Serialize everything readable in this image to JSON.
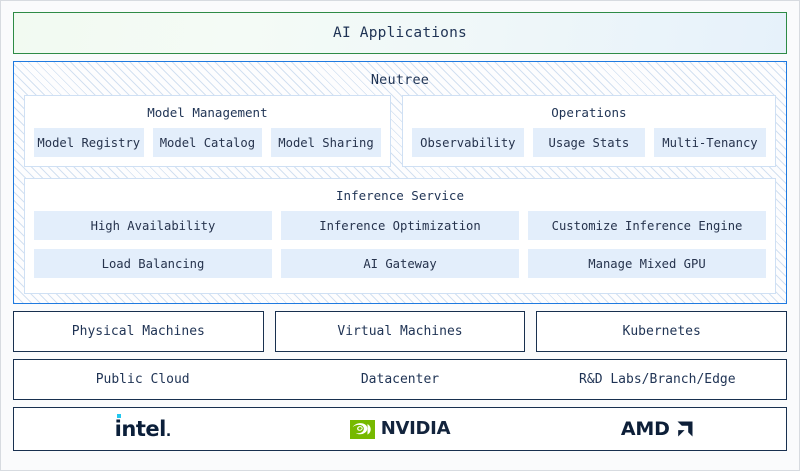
{
  "diagram": {
    "top_band": {
      "label": "AI Applications",
      "border_color": "#2e8b46",
      "gradient_from": "#f2faf1",
      "gradient_to": "#e6f1fa"
    },
    "platform": {
      "title": "Neutree",
      "border_color": "#1f7ae0",
      "panels": [
        {
          "title": "Model Management",
          "items": [
            "Model Registry",
            "Model Catalog",
            "Model Sharing"
          ]
        },
        {
          "title": "Operations",
          "items": [
            "Observability",
            "Usage Stats",
            "Multi-Tenancy"
          ]
        }
      ],
      "inference": {
        "title": "Inference Service",
        "rows": [
          [
            "High Availability",
            "Inference Optimization",
            "Customize Inference Engine"
          ],
          [
            "Load Balancing",
            "AI Gateway",
            "Manage Mixed GPU"
          ]
        ]
      }
    },
    "infrastructure": {
      "compute": [
        "Physical Machines",
        "Virtual Machines",
        "Kubernetes"
      ],
      "locations": [
        "Public Cloud",
        "Datacenter",
        "R&D Labs/Branch/Edge"
      ]
    },
    "vendors": [
      {
        "name": "intel",
        "wordmark": "intel",
        "period": ".",
        "accent_color": "#22c7ef",
        "text_color": "#0b1f3a"
      },
      {
        "name": "nvidia",
        "wordmark": "NVIDIA",
        "accent_color": "#76b900",
        "text_color": "#13243d"
      },
      {
        "name": "amd",
        "wordmark": "AMD",
        "accent_color": "#0d1f38",
        "text_color": "#0d1f38"
      }
    ]
  }
}
